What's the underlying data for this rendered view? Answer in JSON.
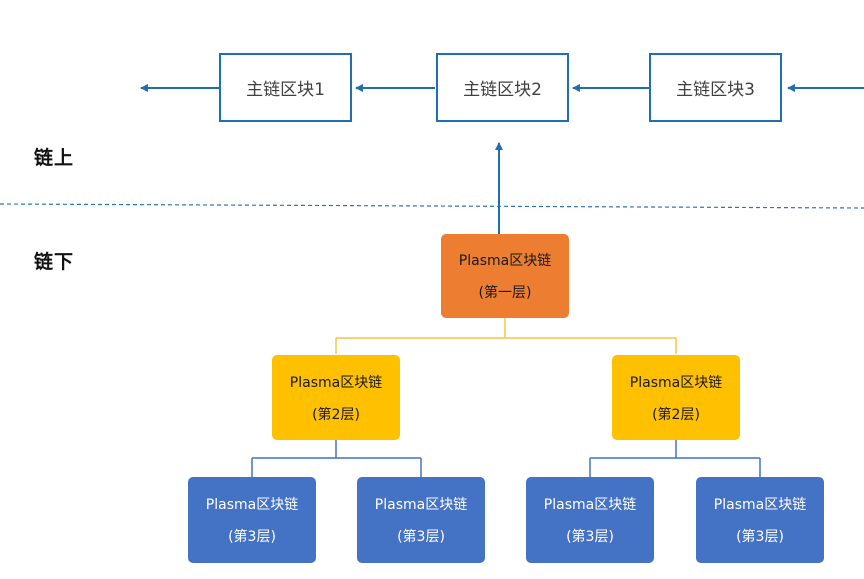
{
  "zones": {
    "onchain_label": "链上",
    "offchain_label": "链下"
  },
  "main_chain": {
    "blocks": [
      {
        "label": "主链区块1"
      },
      {
        "label": "主链区块2"
      },
      {
        "label": "主链区块3"
      }
    ]
  },
  "plasma_tree": {
    "layer1": {
      "name": "Plasma区块链",
      "level": "(第一层)"
    },
    "layer2": [
      {
        "name": "Plasma区块链",
        "level": "(第2层)"
      },
      {
        "name": "Plasma区块链",
        "level": "(第2层)"
      }
    ],
    "layer3": [
      {
        "name": "Plasma区块链",
        "level": "(第3层)"
      },
      {
        "name": "Plasma区块链",
        "level": "(第3层)"
      },
      {
        "name": "Plasma区块链",
        "level": "(第3层)"
      },
      {
        "name": "Plasma区块链",
        "level": "(第3层)"
      }
    ]
  },
  "colors": {
    "chain_blue": "#1f6fb2",
    "layer1_orange": "#ed7d31",
    "layer2_gold": "#ffc000",
    "layer3_blue": "#4472c4",
    "connector_gold": "#f2c744",
    "connector_blue": "#4472c4",
    "divider_blue": "#2e75b6"
  }
}
